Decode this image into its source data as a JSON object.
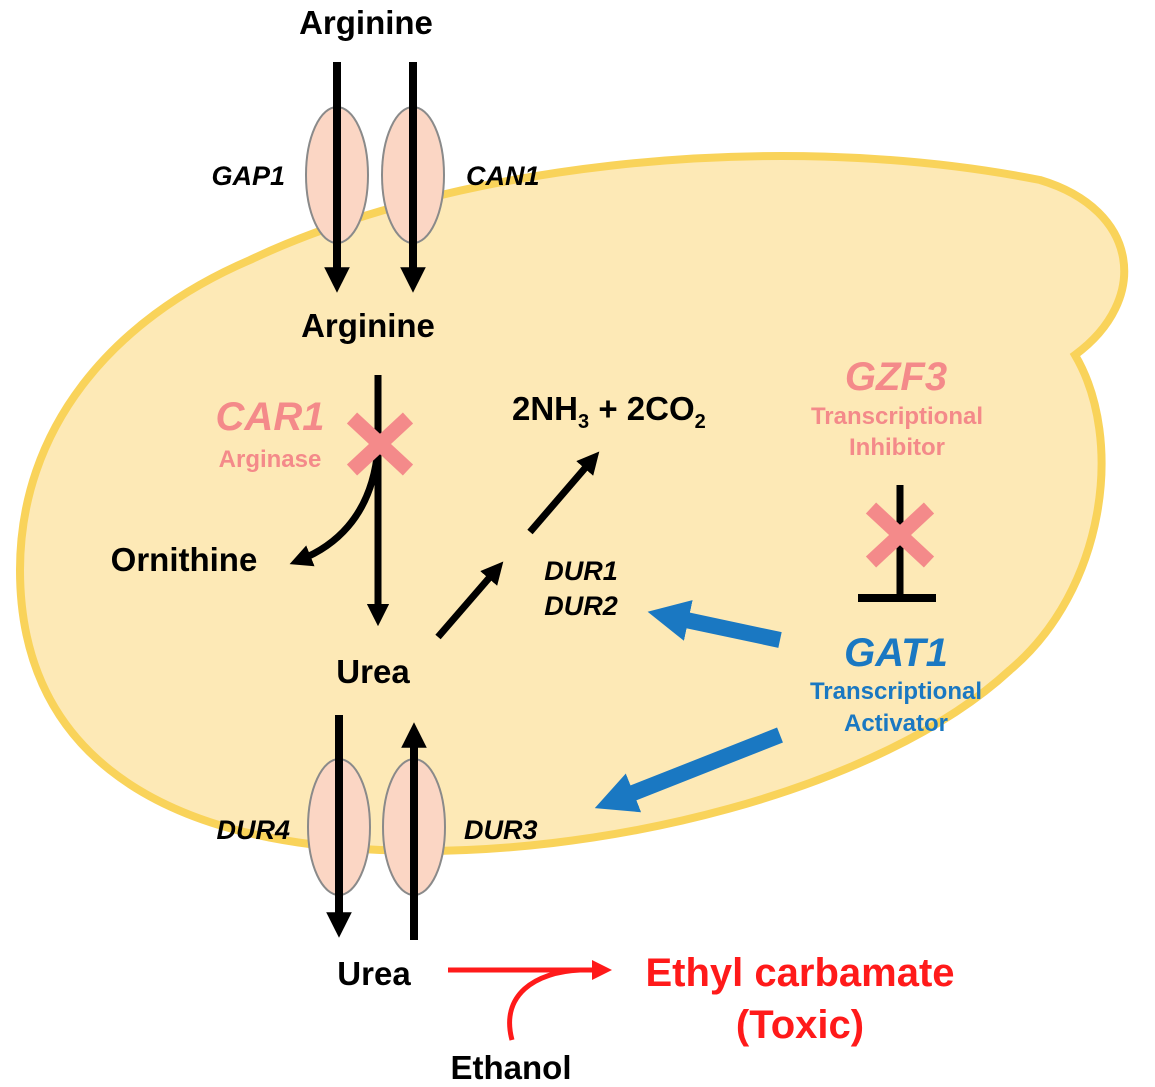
{
  "metabolites": {
    "arginine_outside": "Arginine",
    "arginine_inside": "Arginine",
    "ornithine": "Ornithine",
    "urea_inside": "Urea",
    "urea_outside": "Urea",
    "ethanol": "Ethanol",
    "products_main": "2NH",
    "products_sub1": "3",
    "products_mid": " + 2CO",
    "products_sub2": "2"
  },
  "transporters": {
    "gap1": "GAP1",
    "can1": "CAN1",
    "dur4": "DUR4",
    "dur3": "DUR3"
  },
  "enzymes": {
    "car1": "CAR1",
    "car1_role": "Arginase",
    "dur1": "DUR1",
    "dur2": "DUR2"
  },
  "regulators": {
    "gzf3": "GZF3",
    "gzf3_role_line1": "Transcriptional",
    "gzf3_role_line2": "Inhibitor",
    "gat1": "GAT1",
    "gat1_role_line1": "Transcriptional",
    "gat1_role_line2": "Activator"
  },
  "outcome": {
    "line1": "Ethyl carbamate",
    "line2": "(Toxic)"
  },
  "colors": {
    "cell_fill": "#fde9b6",
    "cell_border": "#f9d35a",
    "transporter_fill": "#fbd6c4",
    "transporter_stroke": "#8a8a8a",
    "knockout": "#f48a8a",
    "activator": "#1a78c2",
    "toxic": "#ff1a1a",
    "arrow": "#000000"
  }
}
